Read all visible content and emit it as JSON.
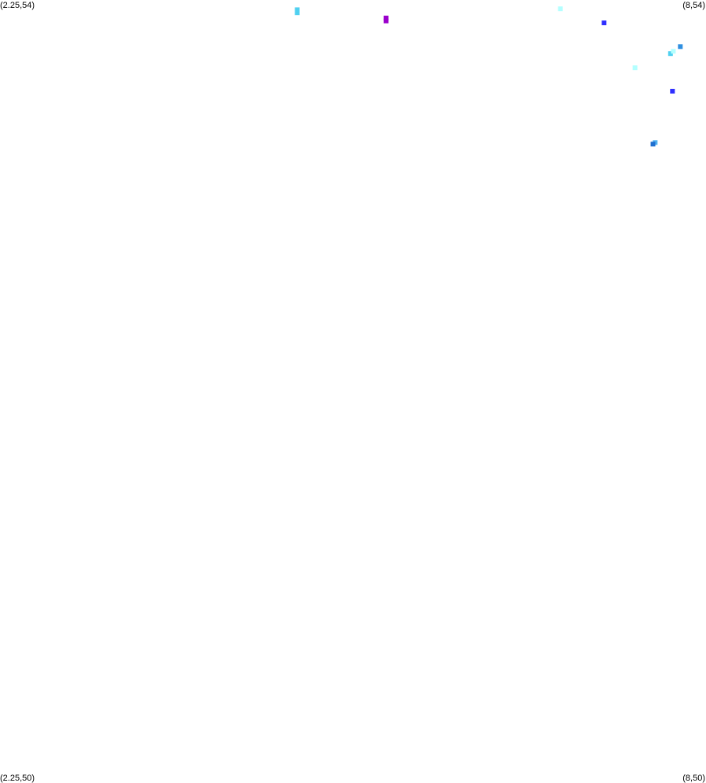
{
  "corners": {
    "top_left": "(2.25,54)",
    "top_right": "(8,54)",
    "bottom_left": "(2.25,50)",
    "bottom_right": "(8,50)"
  },
  "extent": {
    "x_min": 2.25,
    "x_max": 8,
    "y_min": 50,
    "y_max": 54
  },
  "points": [
    {
      "x": 4.671,
      "y": 53.935,
      "color": "#4fd0f0"
    },
    {
      "x": 4.671,
      "y": 53.95,
      "color": "#4fd0f0"
    },
    {
      "x": 5.394,
      "y": 53.893,
      "color": "#9a00cc"
    },
    {
      "x": 5.394,
      "y": 53.908,
      "color": "#9a00cc"
    },
    {
      "x": 6.814,
      "y": 53.955,
      "color": "#b3ffff"
    },
    {
      "x": 7.17,
      "y": 53.883,
      "color": "#2f2fff"
    },
    {
      "x": 7.422,
      "y": 53.654,
      "color": "#b3ffff"
    },
    {
      "x": 7.711,
      "y": 53.726,
      "color": "#4fd0f0"
    },
    {
      "x": 7.734,
      "y": 53.738,
      "color": "#b3ffff"
    },
    {
      "x": 7.791,
      "y": 53.762,
      "color": "#2f8fe0"
    },
    {
      "x": 7.727,
      "y": 53.534,
      "color": "#2f2fff"
    },
    {
      "x": 7.586,
      "y": 53.272,
      "color": "#4fb0f0"
    },
    {
      "x": 7.568,
      "y": 53.264,
      "color": "#1f6fd0"
    }
  ]
}
